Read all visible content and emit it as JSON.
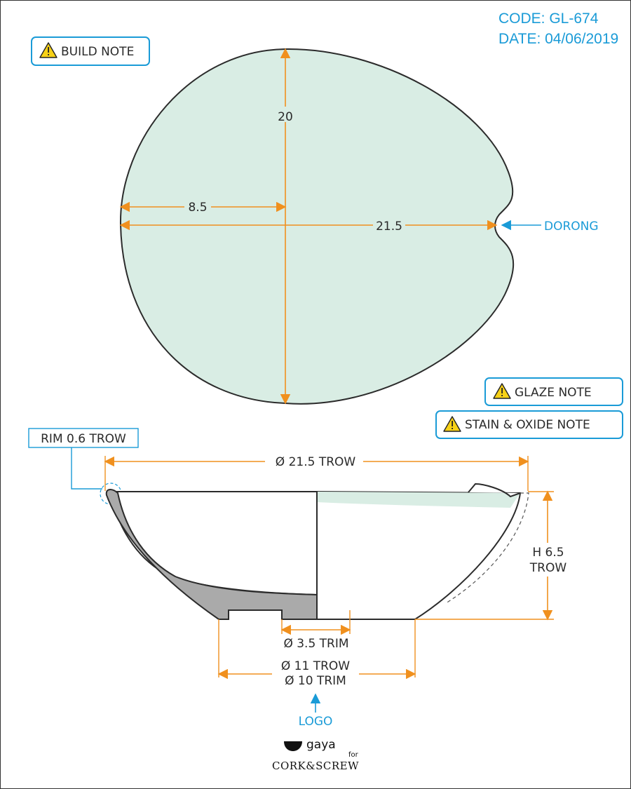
{
  "header": {
    "code": "CODE: GL-674",
    "date": "DATE: 04/06/2019"
  },
  "notes": {
    "build": "BUILD NOTE",
    "glaze": "GLAZE NOTE",
    "stain": "STAIN & OXIDE NOTE"
  },
  "top_view": {
    "dim_length": "20",
    "dim_offset": "8.5",
    "dim_width": "21.5",
    "callout": "DORONG"
  },
  "side_view": {
    "rim_label": "RIM 0.6 TROW",
    "diameter": "Ø 21.5 TROW",
    "height_line1": "H 6.5",
    "height_line2": "TROW",
    "inner_foot": "Ø 3.5 TRIM",
    "foot_line1": "Ø 11 TROW",
    "foot_line2": "Ø 10 TRIM",
    "logo_callout": "LOGO"
  },
  "brand": {
    "name": "gaya",
    "for": "for",
    "partner": "CORK&SCREW"
  },
  "colors": {
    "dimension": "#f0901e",
    "callout": "#1a9bd7",
    "glaze_fill": "#d9ede4",
    "section_fill": "#aaaaaa",
    "warning": "#f7d117"
  }
}
